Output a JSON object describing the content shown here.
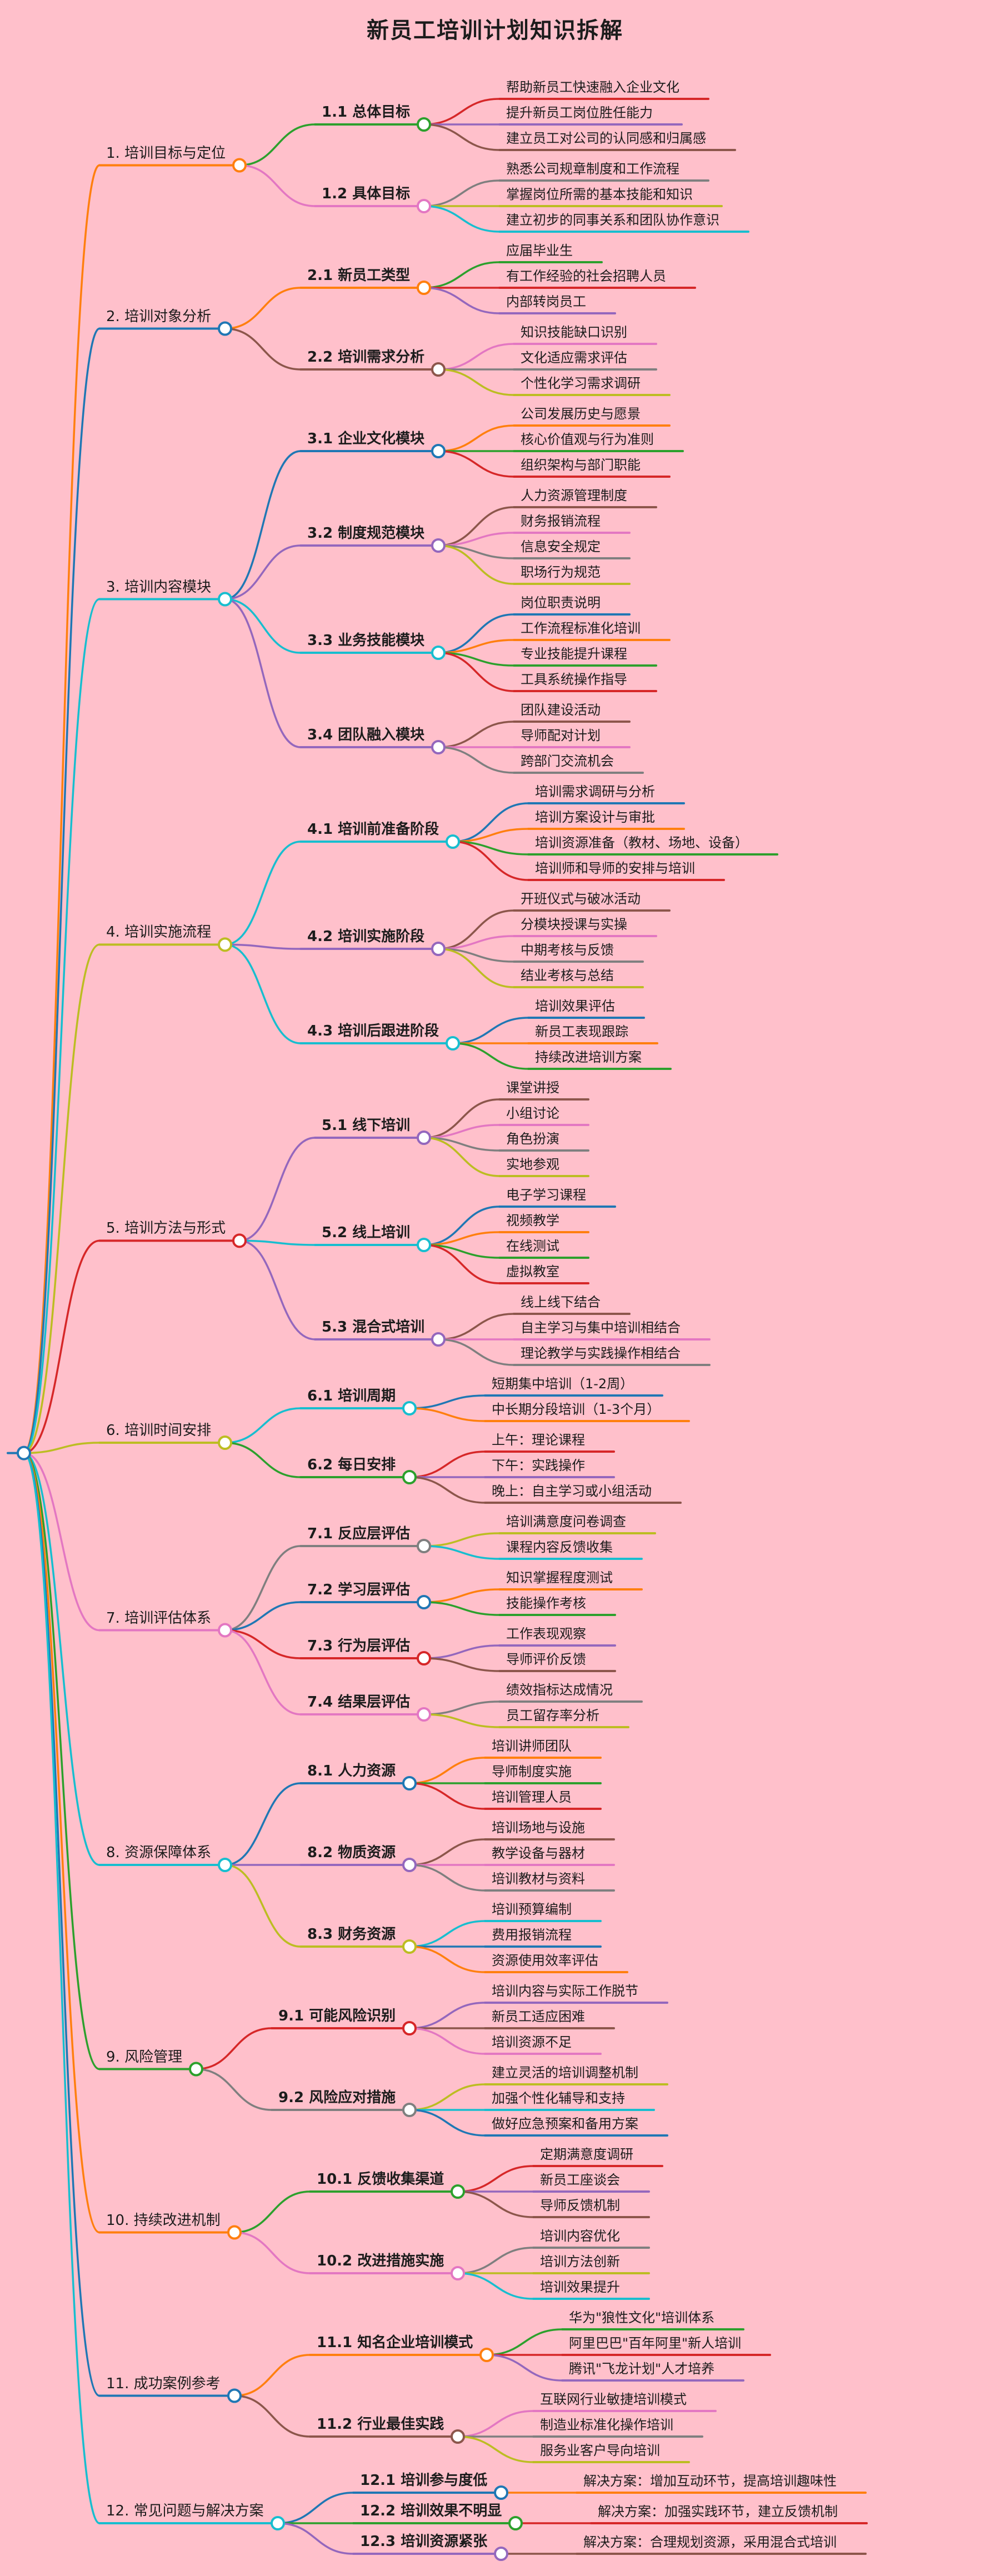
{
  "title": "新员工培训计划知识拆解",
  "colors": {
    "background": "#FFC0CB",
    "text": "#1c1c1c",
    "node_circle_fill": "#ffffff",
    "palette": [
      "#1f77b4",
      "#ff7f0e",
      "#2ca02c",
      "#d62728",
      "#9467bd",
      "#8c564b",
      "#e377c2",
      "#7f7f7f",
      "#bcbd22",
      "#17becf"
    ]
  },
  "root": {
    "label": "",
    "children": [
      {
        "label": "1. 培训目标与定位",
        "children": [
          {
            "label": "1.1 总体目标",
            "children": [
              {
                "label": "帮助新员工快速融入企业文化"
              },
              {
                "label": "提升新员工岗位胜任能力"
              },
              {
                "label": "建立员工对公司的认同感和归属感"
              }
            ]
          },
          {
            "label": "1.2 具体目标",
            "children": [
              {
                "label": "熟悉公司规章制度和工作流程"
              },
              {
                "label": "掌握岗位所需的基本技能和知识"
              },
              {
                "label": "建立初步的同事关系和团队协作意识"
              }
            ]
          }
        ]
      },
      {
        "label": "2. 培训对象分析",
        "children": [
          {
            "label": "2.1 新员工类型",
            "children": [
              {
                "label": "应届毕业生"
              },
              {
                "label": "有工作经验的社会招聘人员"
              },
              {
                "label": "内部转岗员工"
              }
            ]
          },
          {
            "label": "2.2 培训需求分析",
            "children": [
              {
                "label": "知识技能缺口识别"
              },
              {
                "label": "文化适应需求评估"
              },
              {
                "label": "个性化学习需求调研"
              }
            ]
          }
        ]
      },
      {
        "label": "3. 培训内容模块",
        "children": [
          {
            "label": "3.1 企业文化模块",
            "children": [
              {
                "label": "公司发展历史与愿景"
              },
              {
                "label": "核心价值观与行为准则"
              },
              {
                "label": "组织架构与部门职能"
              }
            ]
          },
          {
            "label": "3.2 制度规范模块",
            "children": [
              {
                "label": "人力资源管理制度"
              },
              {
                "label": "财务报销流程"
              },
              {
                "label": "信息安全规定"
              },
              {
                "label": "职场行为规范"
              }
            ]
          },
          {
            "label": "3.3 业务技能模块",
            "children": [
              {
                "label": "岗位职责说明"
              },
              {
                "label": "工作流程标准化培训"
              },
              {
                "label": "专业技能提升课程"
              },
              {
                "label": "工具系统操作指导"
              }
            ]
          },
          {
            "label": "3.4 团队融入模块",
            "children": [
              {
                "label": "团队建设活动"
              },
              {
                "label": "导师配对计划"
              },
              {
                "label": "跨部门交流机会"
              }
            ]
          }
        ]
      },
      {
        "label": "4. 培训实施流程",
        "children": [
          {
            "label": "4.1 培训前准备阶段",
            "children": [
              {
                "label": "培训需求调研与分析"
              },
              {
                "label": "培训方案设计与审批"
              },
              {
                "label": "培训资源准备（教材、场地、设备）"
              },
              {
                "label": "培训师和导师的安排与培训"
              }
            ]
          },
          {
            "label": "4.2 培训实施阶段",
            "children": [
              {
                "label": "开班仪式与破冰活动"
              },
              {
                "label": "分模块授课与实操"
              },
              {
                "label": "中期考核与反馈"
              },
              {
                "label": "结业考核与总结"
              }
            ]
          },
          {
            "label": "4.3 培训后跟进阶段",
            "children": [
              {
                "label": "培训效果评估"
              },
              {
                "label": "新员工表现跟踪"
              },
              {
                "label": "持续改进培训方案"
              }
            ]
          }
        ]
      },
      {
        "label": "5. 培训方法与形式",
        "children": [
          {
            "label": "5.1 线下培训",
            "children": [
              {
                "label": "课堂讲授"
              },
              {
                "label": "小组讨论"
              },
              {
                "label": "角色扮演"
              },
              {
                "label": "实地参观"
              }
            ]
          },
          {
            "label": "5.2 线上培训",
            "children": [
              {
                "label": "电子学习课程"
              },
              {
                "label": "视频教学"
              },
              {
                "label": "在线测试"
              },
              {
                "label": "虚拟教室"
              }
            ]
          },
          {
            "label": "5.3 混合式培训",
            "children": [
              {
                "label": "线上线下结合"
              },
              {
                "label": "自主学习与集中培训相结合"
              },
              {
                "label": "理论教学与实践操作相结合"
              }
            ]
          }
        ]
      },
      {
        "label": "6. 培训时间安排",
        "children": [
          {
            "label": "6.1 培训周期",
            "children": [
              {
                "label": "短期集中培训（1-2周）"
              },
              {
                "label": "中长期分段培训（1-3个月）"
              }
            ]
          },
          {
            "label": "6.2 每日安排",
            "children": [
              {
                "label": "上午：理论课程"
              },
              {
                "label": "下午：实践操作"
              },
              {
                "label": "晚上：自主学习或小组活动"
              }
            ]
          }
        ]
      },
      {
        "label": "7. 培训评估体系",
        "children": [
          {
            "label": "7.1 反应层评估",
            "children": [
              {
                "label": "培训满意度问卷调查"
              },
              {
                "label": "课程内容反馈收集"
              }
            ]
          },
          {
            "label": "7.2 学习层评估",
            "children": [
              {
                "label": "知识掌握程度测试"
              },
              {
                "label": "技能操作考核"
              }
            ]
          },
          {
            "label": "7.3 行为层评估",
            "children": [
              {
                "label": "工作表现观察"
              },
              {
                "label": "导师评价反馈"
              }
            ]
          },
          {
            "label": "7.4 结果层评估",
            "children": [
              {
                "label": "绩效指标达成情况"
              },
              {
                "label": "员工留存率分析"
              }
            ]
          }
        ]
      },
      {
        "label": "8. 资源保障体系",
        "children": [
          {
            "label": "8.1 人力资源",
            "children": [
              {
                "label": "培训讲师团队"
              },
              {
                "label": "导师制度实施"
              },
              {
                "label": "培训管理人员"
              }
            ]
          },
          {
            "label": "8.2 物质资源",
            "children": [
              {
                "label": "培训场地与设施"
              },
              {
                "label": "教学设备与器材"
              },
              {
                "label": "培训教材与资料"
              }
            ]
          },
          {
            "label": "8.3 财务资源",
            "children": [
              {
                "label": "培训预算编制"
              },
              {
                "label": "费用报销流程"
              },
              {
                "label": "资源使用效率评估"
              }
            ]
          }
        ]
      },
      {
        "label": "9. 风险管理",
        "children": [
          {
            "label": "9.1 可能风险识别",
            "children": [
              {
                "label": "培训内容与实际工作脱节"
              },
              {
                "label": "新员工适应困难"
              },
              {
                "label": "培训资源不足"
              }
            ]
          },
          {
            "label": "9.2 风险应对措施",
            "children": [
              {
                "label": "建立灵活的培训调整机制"
              },
              {
                "label": "加强个性化辅导和支持"
              },
              {
                "label": "做好应急预案和备用方案"
              }
            ]
          }
        ]
      },
      {
        "label": "10. 持续改进机制",
        "children": [
          {
            "label": "10.1 反馈收集渠道",
            "children": [
              {
                "label": "定期满意度调研"
              },
              {
                "label": "新员工座谈会"
              },
              {
                "label": "导师反馈机制"
              }
            ]
          },
          {
            "label": "10.2 改进措施实施",
            "children": [
              {
                "label": "培训内容优化"
              },
              {
                "label": "培训方法创新"
              },
              {
                "label": "培训效果提升"
              }
            ]
          }
        ]
      },
      {
        "label": "11. 成功案例参考",
        "children": [
          {
            "label": "11.1 知名企业培训模式",
            "children": [
              {
                "label": "华为\"狼性文化\"培训体系"
              },
              {
                "label": "阿里巴巴\"百年阿里\"新人培训"
              },
              {
                "label": "腾讯\"飞龙计划\"人才培养"
              }
            ]
          },
          {
            "label": "11.2 行业最佳实践",
            "children": [
              {
                "label": "互联网行业敏捷培训模式"
              },
              {
                "label": "制造业标准化操作培训"
              },
              {
                "label": "服务业客户导向培训"
              }
            ]
          }
        ]
      },
      {
        "label": "12. 常见问题与解决方案",
        "children": [
          {
            "label": "12.1 培训参与度低",
            "children": [
              {
                "label": "解决方案：增加互动环节，提高培训趣味性"
              }
            ]
          },
          {
            "label": "12.2 培训效果不明显",
            "children": [
              {
                "label": "解决方案：加强实践环节，建立反馈机制"
              }
            ]
          },
          {
            "label": "12.3 培训资源紧张",
            "children": [
              {
                "label": "解决方案：合理规划资源，采用混合式培训"
              }
            ]
          }
        ]
      }
    ]
  }
}
